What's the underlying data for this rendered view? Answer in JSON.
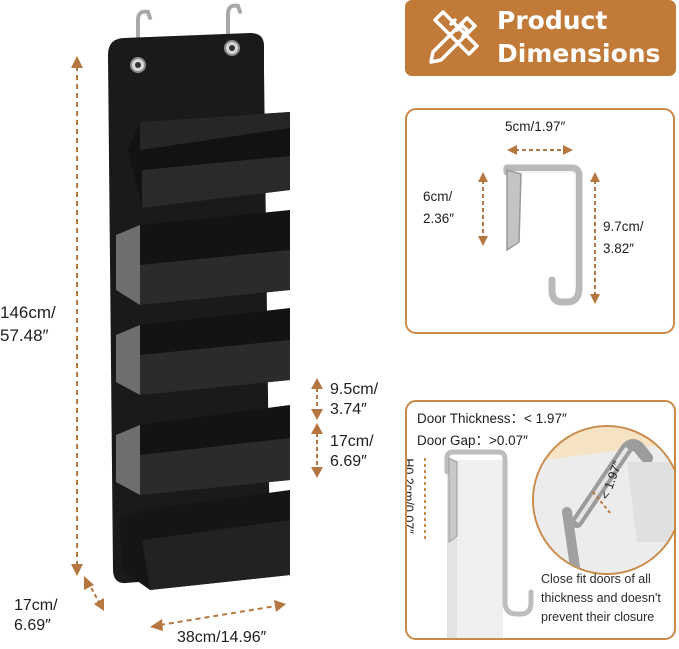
{
  "banner": {
    "title_line1": "Product",
    "title_line2": "Dimensions",
    "icon": "pencil-ruler-icon",
    "color": "#c17a38"
  },
  "dimensions": {
    "total_height": {
      "line1": "146cm/",
      "line2": "57.48″"
    },
    "depth": {
      "line1": "17cm/",
      "line2": "6.69″"
    },
    "width": "38cm/14.96″",
    "shelf_gap": {
      "line1": "9.5cm/",
      "line2": "3.74″"
    },
    "pocket_height": {
      "line1": "17cm/",
      "line2": "6.69″"
    }
  },
  "hook_panel": {
    "hook_width": "5cm/1.97″",
    "inner_depth": {
      "line1": "6cm/",
      "line2": "2.36″"
    },
    "hook_height": {
      "line1": "9.7cm/",
      "line2": "3.82″"
    }
  },
  "door_panel": {
    "door_thickness": "Door Thickness：< 1.97″",
    "door_gap": "Door Gap：>0.07″",
    "gap_vertical": "H0.2cm/0.07″",
    "closeup_label": "< 1.97″",
    "caption_line1": "Close fit doors of all",
    "caption_line2": "thickness and doesn't",
    "caption_line3": "prevent their closure"
  },
  "colors": {
    "accent": "#c17a38",
    "arrow": "#b5773f",
    "organizer": "#151515"
  }
}
